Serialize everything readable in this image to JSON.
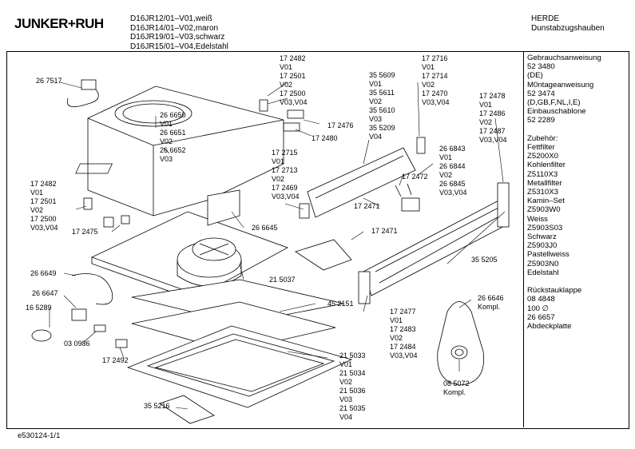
{
  "logo_text": "JUNKER+RUH",
  "header": {
    "models": [
      "D16JR12/01–V01,weiß",
      "D16JR14/01–V02,maron",
      "D16JR19/01–V03,schwarz",
      "D16JR15/01–V04,Edelstahl"
    ],
    "brand": "HERDE",
    "product": "Dunstabzugshauben"
  },
  "side_panel": [
    "Gebrauchsanweisung",
    "52 3480",
    "(DE)",
    "M0ntageanweisung",
    "52 3474",
    "(D,GB,F,NL,I,E)",
    "Einbauschablone",
    "52 2289",
    "",
    "Zubehör:",
    "Fettfilter",
    "Z5200X0",
    "Kohlenfilter",
    "Z5110X3",
    "Metallfilter",
    "Z5310X3",
    "Kamin–Set",
    "Z5903W0",
    "Weiss",
    "Z5903S03",
    "Schwarz",
    "Z5903J0",
    "Pastellweiss",
    "Z5903N0",
    "Edelstahl",
    "",
    "Rückstauklappe",
    "08 4848",
    "100 ∅",
    "26 6657",
    "Abdeckplatte"
  ],
  "part_labels": [
    {
      "id": "p267517",
      "lines": [
        "26 7517"
      ]
    },
    {
      "id": "p266650",
      "lines": [
        "26 6650",
        "V01",
        "26 6651",
        "V02",
        "26 6652",
        "V03"
      ]
    },
    {
      "id": "p172482a",
      "lines": [
        "17 2482",
        "V01",
        "17 2501",
        "V02",
        "17 2500",
        "V03,V04"
      ]
    },
    {
      "id": "p172476",
      "lines": [
        "17 2476"
      ]
    },
    {
      "id": "p172480",
      "lines": [
        "17 2480"
      ]
    },
    {
      "id": "p355609",
      "lines": [
        "35 5609",
        "V01",
        "35 5611",
        "V02",
        "35 5610",
        "V03",
        "35 5209",
        "V04"
      ]
    },
    {
      "id": "p172716",
      "lines": [
        "17 2716",
        "V01",
        "17 2714",
        "V02",
        "17 2470",
        "V03,V04"
      ]
    },
    {
      "id": "p172478",
      "lines": [
        "17 2478",
        "V01",
        "17 2486",
        "V02",
        "17 2487",
        "V03,V04"
      ]
    },
    {
      "id": "p172715",
      "lines": [
        "17 2715",
        "V01",
        "17 2713",
        "V02",
        "17 2469",
        "V03,V04"
      ]
    },
    {
      "id": "p266843",
      "lines": [
        "26 6843",
        "V01",
        "26 6844",
        "V02",
        "26 6845",
        "V03,V04"
      ]
    },
    {
      "id": "p172472",
      "lines": [
        "17 2472"
      ]
    },
    {
      "id": "p172471a",
      "lines": [
        "17 2471"
      ]
    },
    {
      "id": "p172482b",
      "lines": [
        "17 2482",
        "V01",
        "17 2501",
        "V02",
        "17 2500",
        "V03,V04"
      ]
    },
    {
      "id": "p172475",
      "lines": [
        "17 2475"
      ]
    },
    {
      "id": "p266645",
      "lines": [
        "26 6645"
      ]
    },
    {
      "id": "p172471b",
      "lines": [
        "17 2471"
      ]
    },
    {
      "id": "p266649",
      "lines": [
        "26 6649"
      ]
    },
    {
      "id": "p355205",
      "lines": [
        "35 5205"
      ]
    },
    {
      "id": "p215037",
      "lines": [
        "21 5037"
      ]
    },
    {
      "id": "p266647",
      "lines": [
        "26 6647"
      ]
    },
    {
      "id": "p452151",
      "lines": [
        "45 2151"
      ]
    },
    {
      "id": "p165289",
      "lines": [
        "16 5289"
      ]
    },
    {
      "id": "p172477",
      "lines": [
        "17 2477",
        "V01",
        "17 2483",
        "V02",
        "17 2484",
        "V03,V04"
      ]
    },
    {
      "id": "p266646",
      "lines": [
        "26 6646",
        "Kompl."
      ]
    },
    {
      "id": "p030986",
      "lines": [
        "03 0986"
      ]
    },
    {
      "id": "p172492",
      "lines": [
        "17 2492"
      ]
    },
    {
      "id": "p215033",
      "lines": [
        "21 5033",
        "V01",
        "21 5034",
        "V02",
        "21 5036",
        "V03",
        "21 5035",
        "V04"
      ]
    },
    {
      "id": "p085072",
      "lines": [
        "08 5072",
        "Kompl."
      ]
    },
    {
      "id": "p355216",
      "lines": [
        "35 5216"
      ]
    }
  ],
  "footer": "e530124-1/1"
}
